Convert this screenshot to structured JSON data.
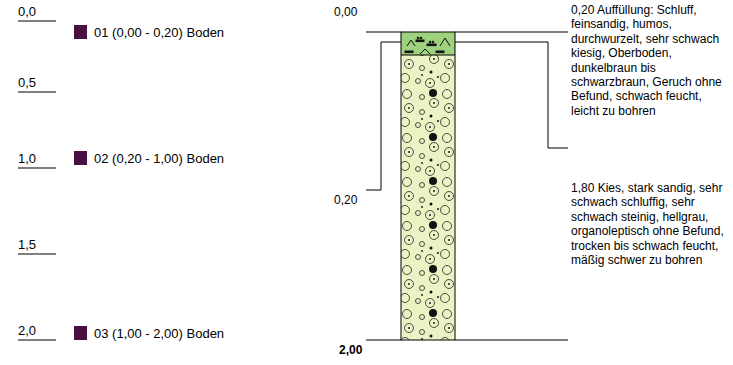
{
  "diagram": {
    "labels": [
      "0,0",
      "0,5",
      "1,0",
      "1,5",
      "2,0",
      "01 (0,00 - 0,20) Boden",
      "02 (0,20 - 1,00) Boden",
      "03 (1,00 - 2,00) Boden",
      "0,00",
      "0,20",
      "2,00",
      "0,20 Auffüllung: Schluff, feinsandig, humos, durchwurzelt, sehr schwach kiesig, Oberboden, dunkelbraun bis schwarzbraun, Geruch ohne Befund, schwach feucht, leicht zu bohren",
      "1,80 Kies, stark sandig, sehr schwach schluffig, sehr schwach steinig, hellgrau, organoleptisch ohne Befund, trocken bis schwach feucht, mäßig schwer zu bohren"
    ]
  }
}
